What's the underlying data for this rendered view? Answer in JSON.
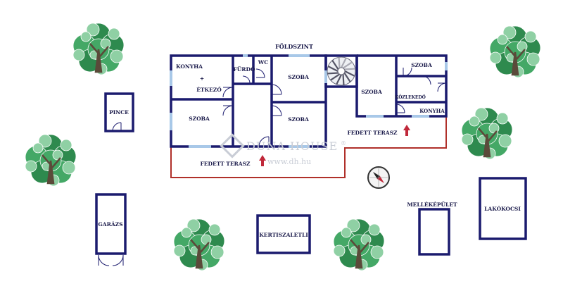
{
  "title": "FÖLDSZINT",
  "rooms": {
    "konyha_etkezo_line1": "KONYHA",
    "konyha_etkezo_line2": "+",
    "konyha_etkezo_line3": "ÉTKEZŐ",
    "furdo": "FÜRDŐ",
    "wc": "WC",
    "szoba_1": "SZOBA",
    "szoba_2": "SZOBA",
    "szoba_3": "SZOBA",
    "szoba_4": "SZOBA",
    "szoba_5": "SZOBA",
    "kozlekedo": "KÖZLEKEDŐ",
    "konyha_2": "KONYHA",
    "fedett_terasz_1": "FEDETT TERASZ",
    "fedett_terasz_2": "FEDETT TERASZ"
  },
  "outbuildings": {
    "pince": "PINCE",
    "garazs": "GARÁZS",
    "kertiszaletli": "KERTISZALETLI",
    "mellekepulet": "MELLÉKÉPÜLET",
    "lakokocsi": "LAKÓKOCSI"
  },
  "watermark": {
    "brand": "DUNA HOUSE",
    "registered": "®",
    "url": "www.dh.hu"
  },
  "colors": {
    "wall": "#1b1b6e",
    "window": "#a8c8e8",
    "terrace_line": "#b0302a",
    "tree_dark": "#2e8a4e",
    "tree_mid": "#44a866",
    "tree_light": "#8fd0a4",
    "entrance_arrow": "#c0283a"
  },
  "icons": [
    "spiral-stair-icon",
    "compass-icon",
    "entrance-arrow-icon",
    "tree-icon"
  ]
}
